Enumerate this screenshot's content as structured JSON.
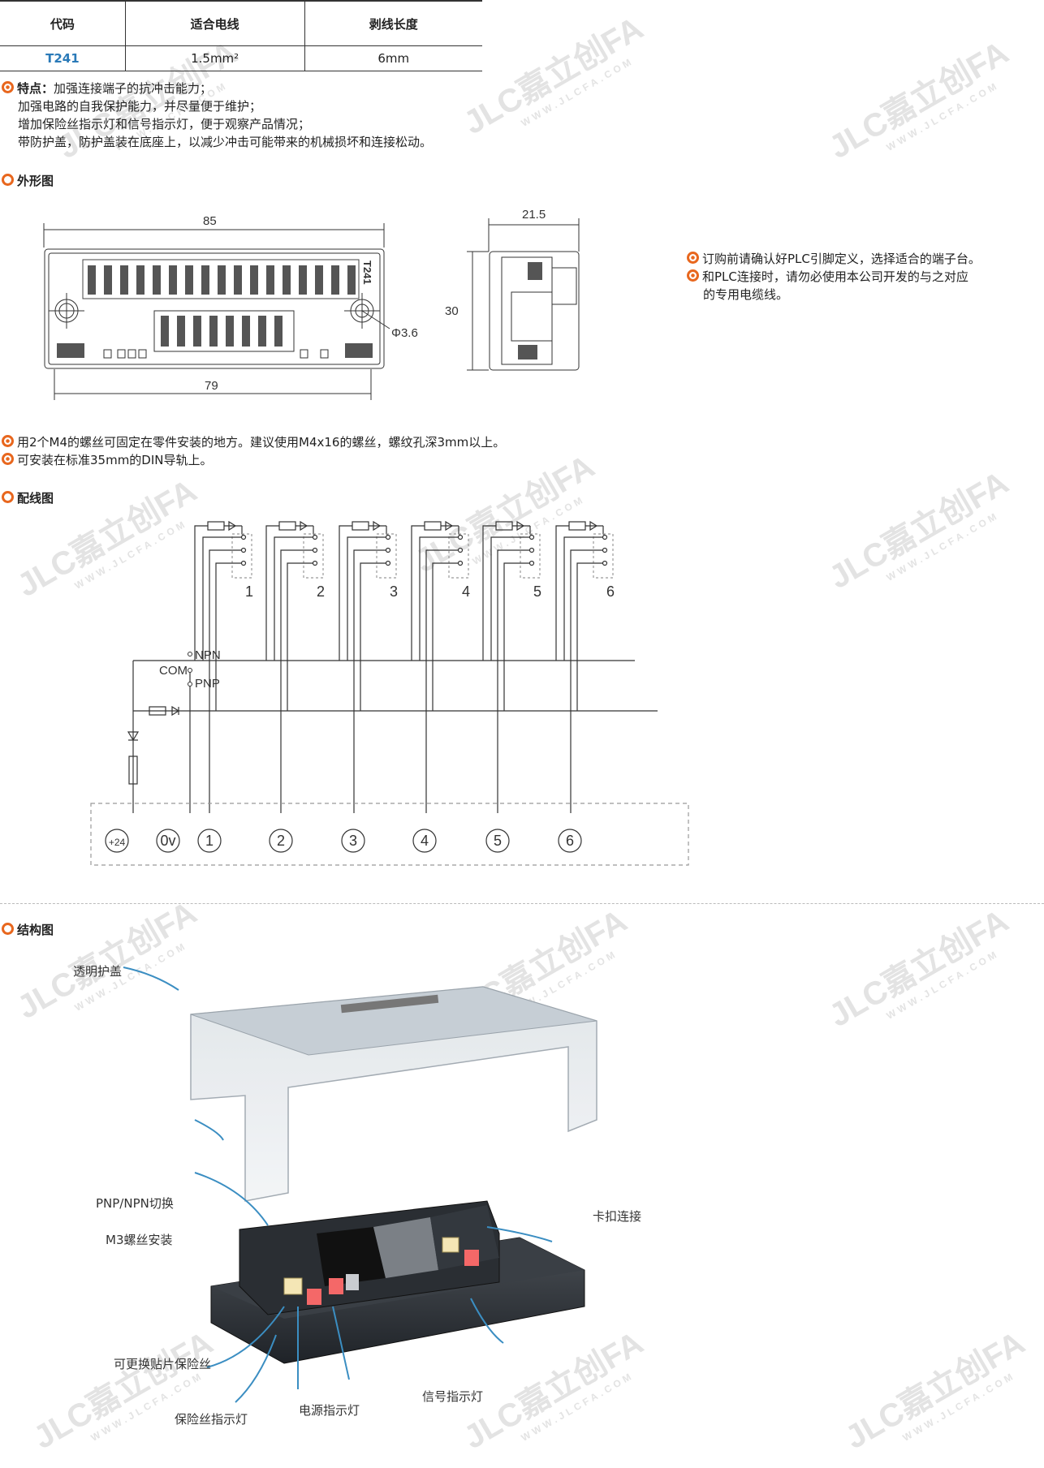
{
  "table": {
    "headers": [
      "代码",
      "适合电线",
      "剥线长度"
    ],
    "row": [
      "T241",
      "1.5mm²",
      "6mm"
    ]
  },
  "features": {
    "label": "特点：",
    "lines": [
      "加强连接端子的抗冲击能力；",
      "加强电路的自我保护能力，并尽量便于维护；",
      "增加保险丝指示灯和信号指示灯，便于观察产品情况；",
      "带防护盖，防护盖装在底座上，以减少冲击可能带来的机械损坏和连接松动。"
    ]
  },
  "sections": {
    "outline": "外形图",
    "wiring": "配线图",
    "structure": "结构图"
  },
  "dimensions": {
    "width_top": "85",
    "width_bottom": "79",
    "side_depth": "21.5",
    "height": "30",
    "hole": "Φ3.6",
    "model_mark": "T241"
  },
  "order_notes": [
    "订购前请确认好PLC引脚定义，选择适合的端子台。",
    "和PLC连接时，请勿必使用本公司开发的与之对应",
    "的专用电缆线。"
  ],
  "mount_notes": [
    "用2个M4的螺丝可固定在零件安装的地方。建议使用M4x16的螺丝，螺纹孔深3mm以上。",
    "可安装在标准35mm的DIN导轨上。"
  ],
  "wiring": {
    "channels": [
      "1",
      "2",
      "3",
      "4",
      "5",
      "6"
    ],
    "npn": "NPN",
    "com": "COM",
    "pnp": "PNP",
    "terminals": [
      "+24",
      "0v",
      "1",
      "2",
      "3",
      "4",
      "5",
      "6"
    ]
  },
  "structure_labels": {
    "cover": "透明护盖",
    "switch": "PNP/NPN切换",
    "screw": "M3螺丝安装",
    "clip": "卡扣连接",
    "fuse": "可更换贴片保险丝",
    "fuse_led": "保险丝指示灯",
    "power_led": "电源指示灯",
    "signal_led": "信号指示灯"
  },
  "watermark": {
    "brand": "JLC嘉立创FA",
    "site": "WWW.JLCFA.COM"
  },
  "colors": {
    "accent": "#e8671e",
    "code": "#2a7ab8",
    "line": "#333333"
  }
}
